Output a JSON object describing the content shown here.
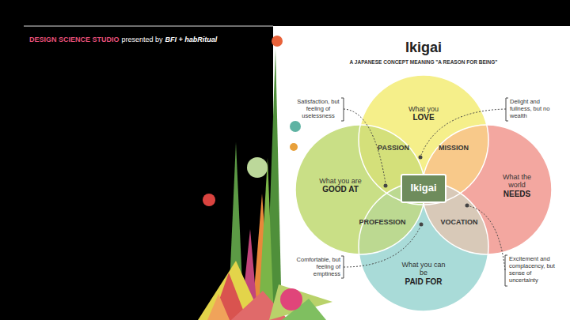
{
  "diagram": {
    "title": "Ikigai",
    "nodes": [
      {
        "text": [
          "What you",
          "LOVE"
        ]
      },
      {
        "text": [
          "What you are",
          "GOOD AT"
        ]
      },
      {
        "text": [
          "What the world",
          "NEEDS"
        ]
      },
      {
        "text": [
          "What you can be",
          "PAID FOR"
        ]
      },
      {
        "text": [
          "PASSION"
        ]
      },
      {
        "text": [
          "MISSION"
        ]
      },
      {
        "text": [
          "Ikigai"
        ]
      },
      {
        "text": [
          "PROFESSION"
        ]
      },
      {
        "text": [
          "VOCATION"
        ]
      }
    ],
    "labels": [
      "DESIGN SCIENCE STUDIO",
      "presented by",
      "BFI + habRitual",
      "A JAPANESE CONCEPT MEANING \"A REASON FOR BEING\"",
      "Satisfaction, but feeling of uselessness",
      "Delight and fullness, but no wealth",
      "Comfortable, but feeling of emptiness",
      "Excitement and complacency, but sense of uncertainty"
    ]
  }
}
